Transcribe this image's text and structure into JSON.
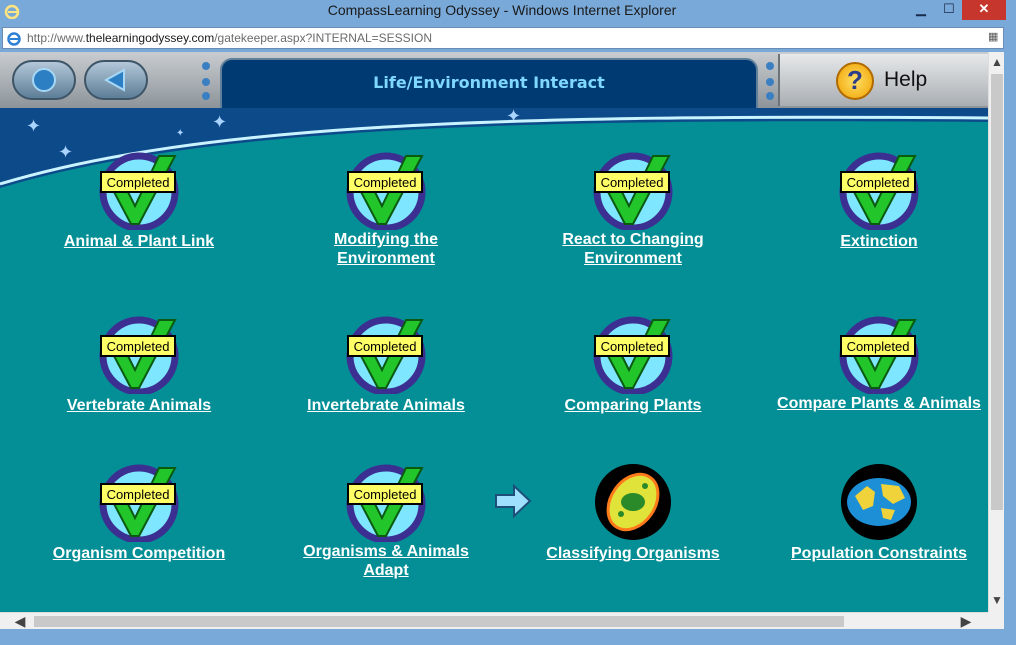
{
  "window": {
    "title": "CompassLearning Odyssey - Windows Internet Explorer"
  },
  "address": {
    "url_prefix": "http://www.",
    "url_domain": "thelearningodyssey.com",
    "url_suffix": "/gatekeeper.aspx?INTERNAL=SESSION"
  },
  "toolbar": {
    "title": "Life/Environment Interact",
    "help_label": "Help"
  },
  "badge_text": "Completed",
  "activities": [
    {
      "label": "Animal & Plant Link",
      "status": "completed"
    },
    {
      "label": "Modifying the Environment",
      "status": "completed"
    },
    {
      "label": "React to Changing Environment",
      "status": "completed"
    },
    {
      "label": "Extinction",
      "status": "completed"
    },
    {
      "label": "Vertebrate Animals",
      "status": "completed"
    },
    {
      "label": "Invertebrate Animals",
      "status": "completed"
    },
    {
      "label": "Comparing Plants",
      "status": "completed"
    },
    {
      "label": "Compare Plants & Animals",
      "status": "completed"
    },
    {
      "label": "Organism Competition",
      "status": "completed"
    },
    {
      "label": "Organisms & Animals Adapt",
      "status": "completed"
    },
    {
      "label": "Classifying Organisms",
      "status": "current",
      "icon": "cell-organism-icon"
    },
    {
      "label": "Population Constraints",
      "status": "not-started",
      "icon": "world-map-icon"
    }
  ],
  "colors": {
    "background": "#038f95",
    "sky": "#0d4a8a",
    "title_text": "#7fd8ff"
  }
}
